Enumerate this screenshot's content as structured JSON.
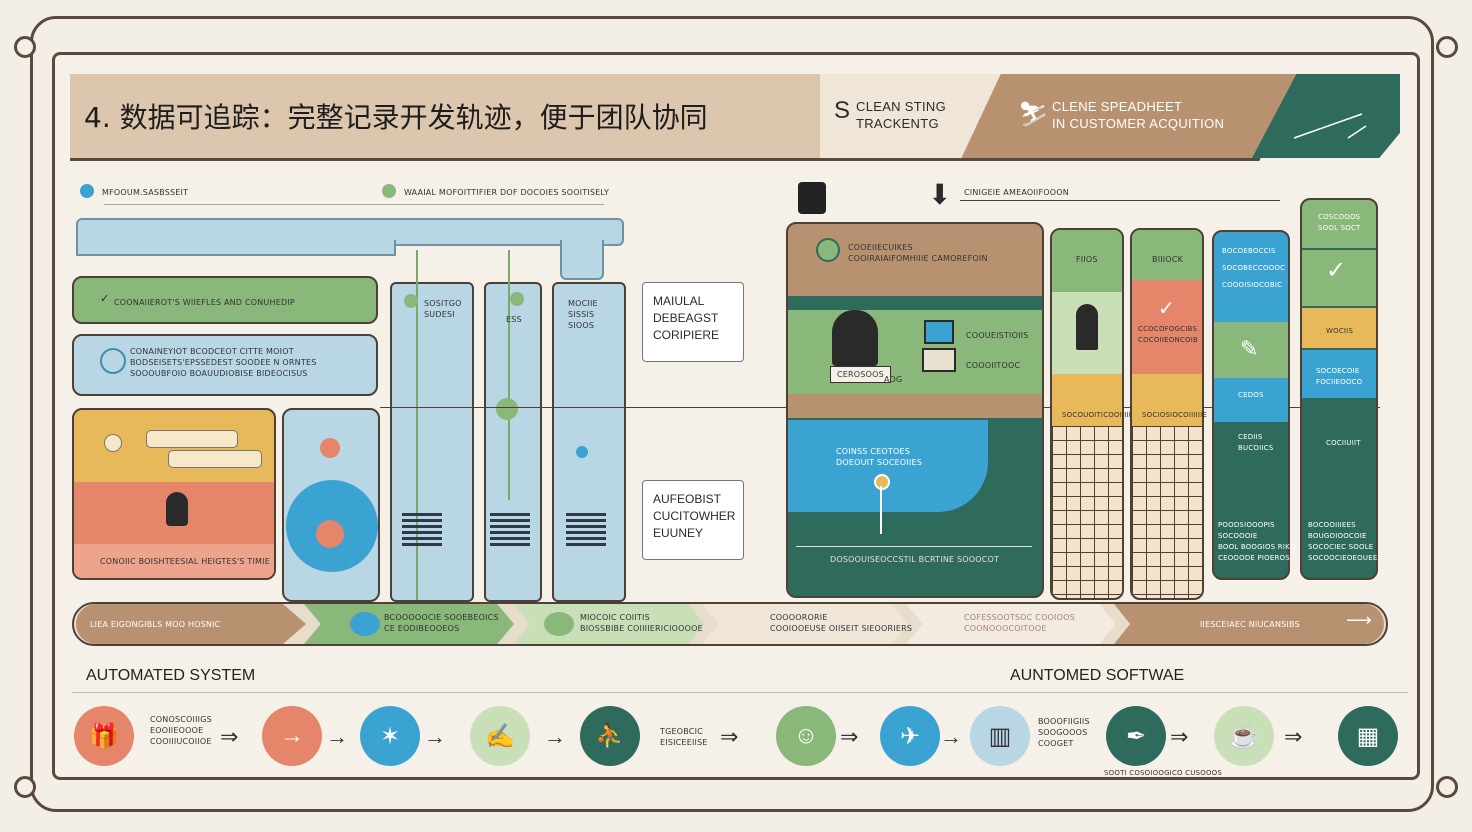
{
  "title": "4. 数据可追踪：完整记录开发轨迹，便于团队协同",
  "header": {
    "s_glyph": "S",
    "tag1": "CLEAN STING\nTRACKENTG",
    "tag2": "CLENE SPEADHEET\nIN CUSTOMER ACQUITION"
  },
  "legend": {
    "item1": "MFOOUM.SASBSSEIT",
    "item2": "WAAIAL MOFOITTIFIER DOF DOCOIES SOOITISELY",
    "item3": "CINIGEIE AMEAOIIFOOON"
  },
  "left_panel": {
    "green_bar": "COONAIIEROT'S WIIEFLES AND CONUHEDIP",
    "blue_box": "CONAINEYIOT BCODCEOT CITTE MOIOT\nBODSEISETS'EPSSEDEST SOODEE N ORNTES\nSOOOUBFOIO BOAUUDIOBISE BIDEOCISUS",
    "coral_text": "CONOIIC BOISHTEESIAL HEIGTES'S TIMIE"
  },
  "middle_columns": {
    "col1": "SOSITGO\nSUDESI",
    "col2": "ESS",
    "col3": "MOCIIE\nSISSIS\nSIOOS"
  },
  "callouts": {
    "manual": "MAIULAL\nDEBEAGST\nCORIPIERE",
    "automated": "AUFEOBIST\nCUCITOWHER\nEUUNEY"
  },
  "center_panel": {
    "header": "COOEIIECUIKES\nCOOIRAIAIFOMHIIIE CAMOREFOIN",
    "badge": "CEROSOOS",
    "badge2": "AOG",
    "arrow1": "COOUEISTIOIIS",
    "arrow2": "COOOIITOOC",
    "blue_text": "COINSS CEOTOES\nDOEOUIT SOCEOIIES",
    "footer": "DOSOOUISEOCCSTIL BCRTINE SOOOCOT"
  },
  "right_columns": {
    "col1_head": "FIIOS",
    "col2_head": "BIIIOCK",
    "col2_text": "CCOCOFOGCIBS\nCOCOIIEONCOIB",
    "col1_row": "SOCOUOITICOOIIIIE",
    "col2_row": "SOCIOSIOCOIIIIIIE",
    "col3_items": [
      "BOCOEBOCCIS",
      "SOCOBECCOOOC",
      "COOOISIOCOBIC"
    ],
    "col3_sub": [
      "CEDIIS\nBUCOIICS",
      "CEDOS"
    ],
    "col3_foot": "POODSIOOOPIS\nSOCOOOIE\nBOOL BOOGIOS RIKIS\nCEOOODE PIOEROS",
    "col4_items": [
      "COSCOOOS\nSOOL SOCT",
      "WOCIIS",
      "SOCOECOIE\nFOCIIEOOCO",
      "COCIIUIIT"
    ],
    "col4_foot": "BOCOOIIIEES\nBOUGOIOOCOIE\nSOCOCIEC SOOLE\nSOCOOCIEOEOUEE"
  },
  "arrow_band": {
    "seg1": "LIEA EIGONGIBLS MOO HOSNIC",
    "seg2": "BCOOOOOCIE SOOEBEOICS\nCE EODIBEOOEOS",
    "seg3": "MIOCOIC COIITIS\nBIOSSBIBE COIIIIERICIOOOOE",
    "seg4": "COOOORORIE\nCOOIOOEUSE OIISEIT SIEOORIERS",
    "seg5": "COFESSOOTSOC COOIOOS\nCOONOOOCOITOOE",
    "seg6": "IIESCEIAEC NIUCANSIBS"
  },
  "sections": {
    "left": "AUTOMATED SYSTEM",
    "right": "AUNTOMED SOFTWAE"
  },
  "flow": {
    "label1": "CONOSCOIIIGS\nEOOIIEOOOE\nCOOIIIUCOIIOE",
    "label2": "TGEOBCIC\nEISICEEIISE",
    "label3": "BOOOFIIGIIS\nSOOGOOOS\nCOOGET",
    "label4": "SOOTI COSOIOOGICO CUSOOOS"
  },
  "colors": {
    "coral": "#e5866a",
    "teal": "#2f6b5c",
    "blue": "#3aa3d2",
    "green": "#8ab77a",
    "tan": "#b89270",
    "yellow": "#e8b95a",
    "lightblue": "#b9d6e4"
  }
}
